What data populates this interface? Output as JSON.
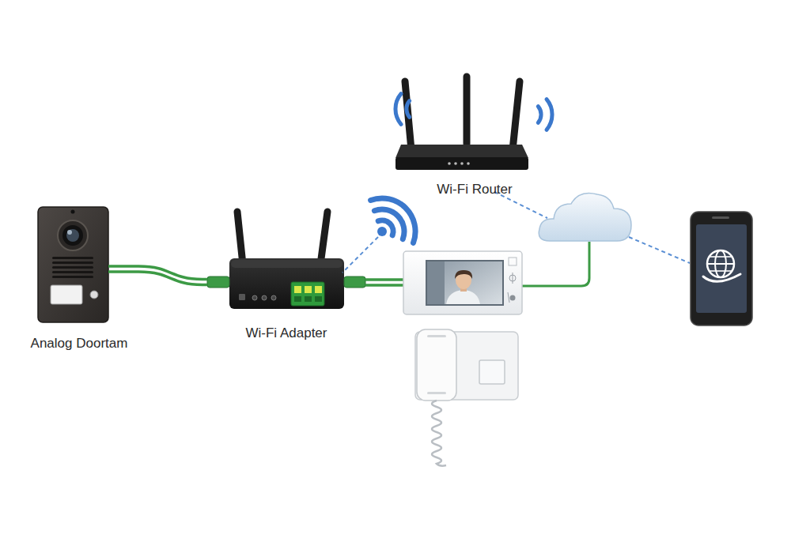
{
  "diagram": {
    "nodes": [
      {
        "text": [
          "Wi-Fi Router"
        ]
      },
      {
        "text": [
          "Analog Doortam"
        ]
      },
      {
        "text": [
          "Wi-Fi Adapter"
        ]
      }
    ],
    "edges": [
      {
        "from": 1,
        "to": 2,
        "arrow": "none"
      }
    ]
  }
}
